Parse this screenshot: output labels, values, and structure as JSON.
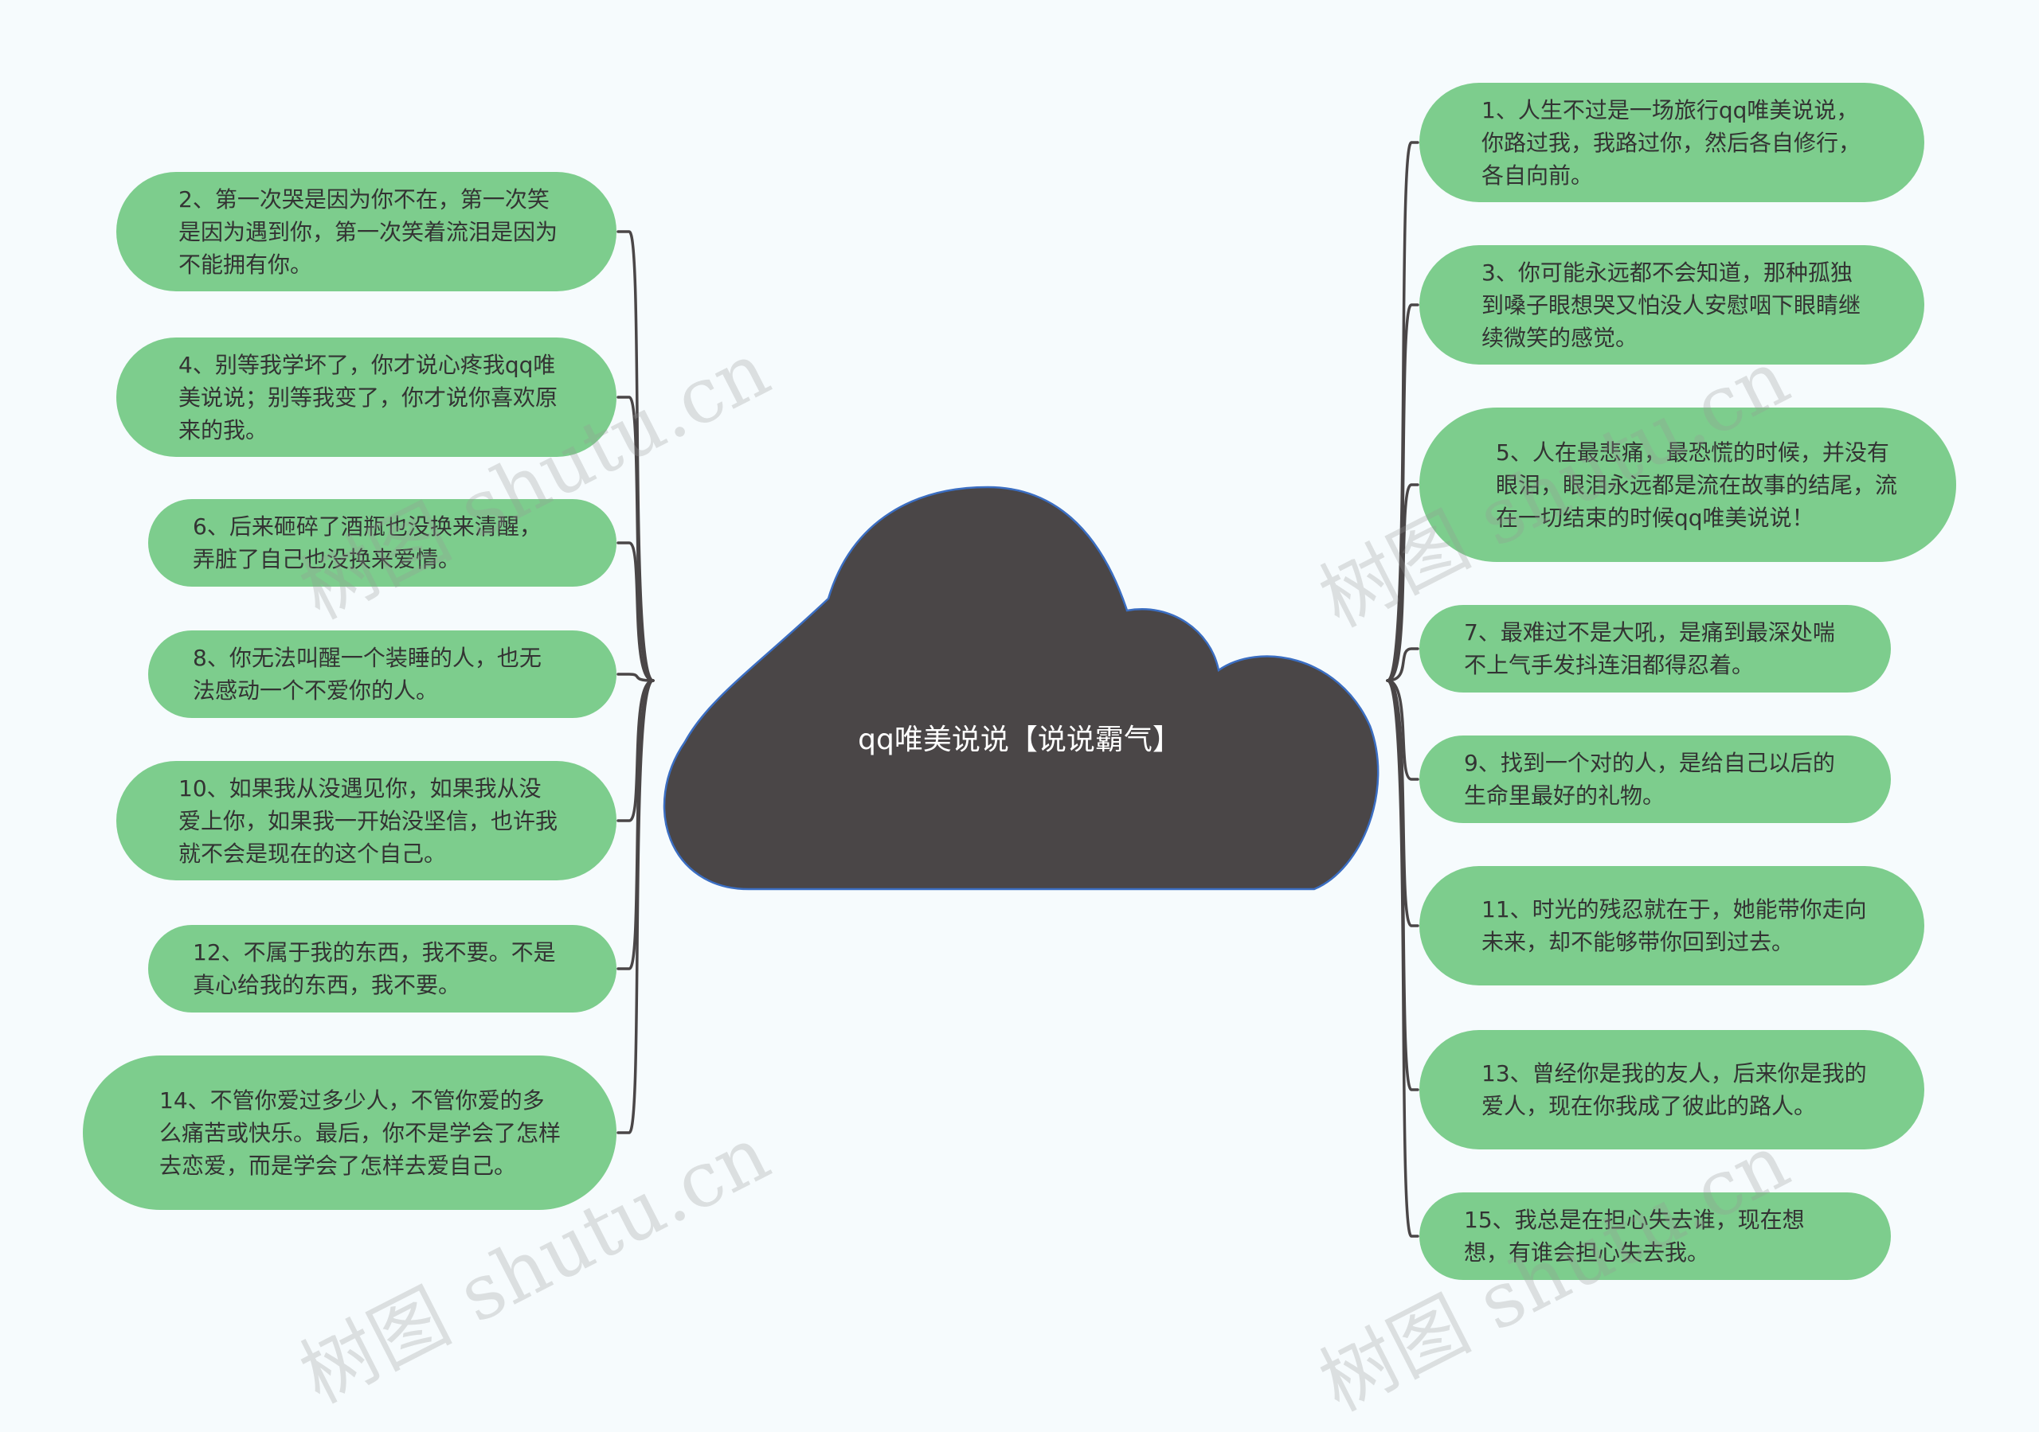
{
  "center_label": "qq唯美说说【说说霸气】",
  "left_nodes": [
    "2、第一次哭是因为你不在，第一次笑是因为遇到你，第一次笑着流泪是因为不能拥有你。",
    "4、别等我学坏了，你才说心疼我qq唯美说说；别等我变了，你才说你喜欢原来的我。",
    "6、后来砸碎了酒瓶也没换来清醒，弄脏了自己也没换来爱情。",
    "8、你无法叫醒一个装睡的人，也无法感动一个不爱你的人。",
    "10、如果我从没遇见你，如果我从没爱上你，如果我一开始没坚信，也许我就不会是现在的这个自己。",
    "12、不属于我的东西，我不要。不是真心给我的东西，我不要。",
    "14、不管你爱过多少人，不管你爱的多么痛苦或快乐。最后，你不是学会了怎样去恋爱，而是学会了怎样去爱自己。"
  ],
  "right_nodes": [
    "1、人生不过是一场旅行qq唯美说说，你路过我，我路过你，然后各自修行，各自向前。",
    "3、你可能永远都不会知道，那种孤独到嗓子眼想哭又怕没人安慰咽下眼睛继续微笑的感觉。",
    "5、人在最悲痛，最恐慌的时候，并没有眼泪，眼泪永远都是流在故事的结尾，流在一切结束的时候qq唯美说说！",
    "7、最难过不是大吼，是痛到最深处喘不上气手发抖连泪都得忍着。",
    "9、找到一个对的人，是给自己以后的生命里最好的礼物。",
    "11、时光的残忍就在于，她能带你走向未来，却不能够带你回到过去。",
    "13、曾经你是我的友人，后来你是我的爱人，现在你我成了彼此的路人。",
    "15、我总是在担心失去谁，现在想想，有谁会担心失去我。"
  ],
  "watermark": "树图 shutu.cn",
  "colors": {
    "node": "#7dcd8d",
    "center": "#4a4647",
    "line": "#4a4647",
    "background": "#f6fbfd"
  }
}
